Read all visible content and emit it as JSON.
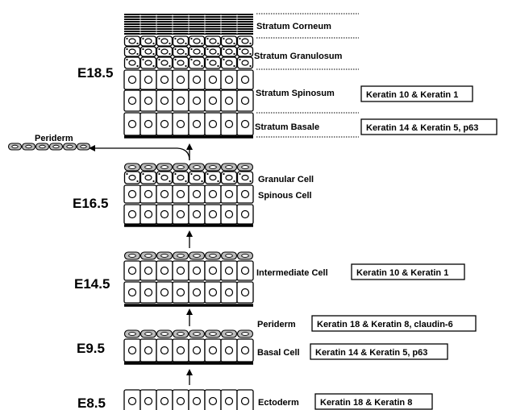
{
  "stages": {
    "e18_5": "E18.5",
    "e16_5": "E16.5",
    "e14_5": "E14.5",
    "e9_5": "E9.5",
    "e8_5": "E8.5"
  },
  "layers": {
    "stratum_corneum": "Stratum Corneum",
    "stratum_granulosum": "Stratum Granulosum",
    "stratum_spinosum": "Stratum Spinosum",
    "stratum_basale": "Stratum Basale",
    "periderm_detached": "Periderm",
    "granular_cell": "Granular Cell",
    "spinous_cell": "Spinous Cell",
    "intermediate_cell": "Intermediate  Cell",
    "periderm": "Periderm",
    "basal_cell": "Basal Cell",
    "ectoderm": "Ectoderm"
  },
  "markers": {
    "spinosum": "Keratin 10 & Keratin 1",
    "basale": "Keratin 14 & Keratin 5, p63",
    "intermediate": "Keratin 10 & Keratin 1",
    "periderm": "Keratin 18 & Keratin 8, claudin-6",
    "basal": "Keratin 14 & Keratin 5, p63",
    "ectoderm": "Keratin 18 & Keratin 8"
  },
  "colors": {
    "periderm_fill": "#bdbdbd",
    "line": "#000000"
  }
}
